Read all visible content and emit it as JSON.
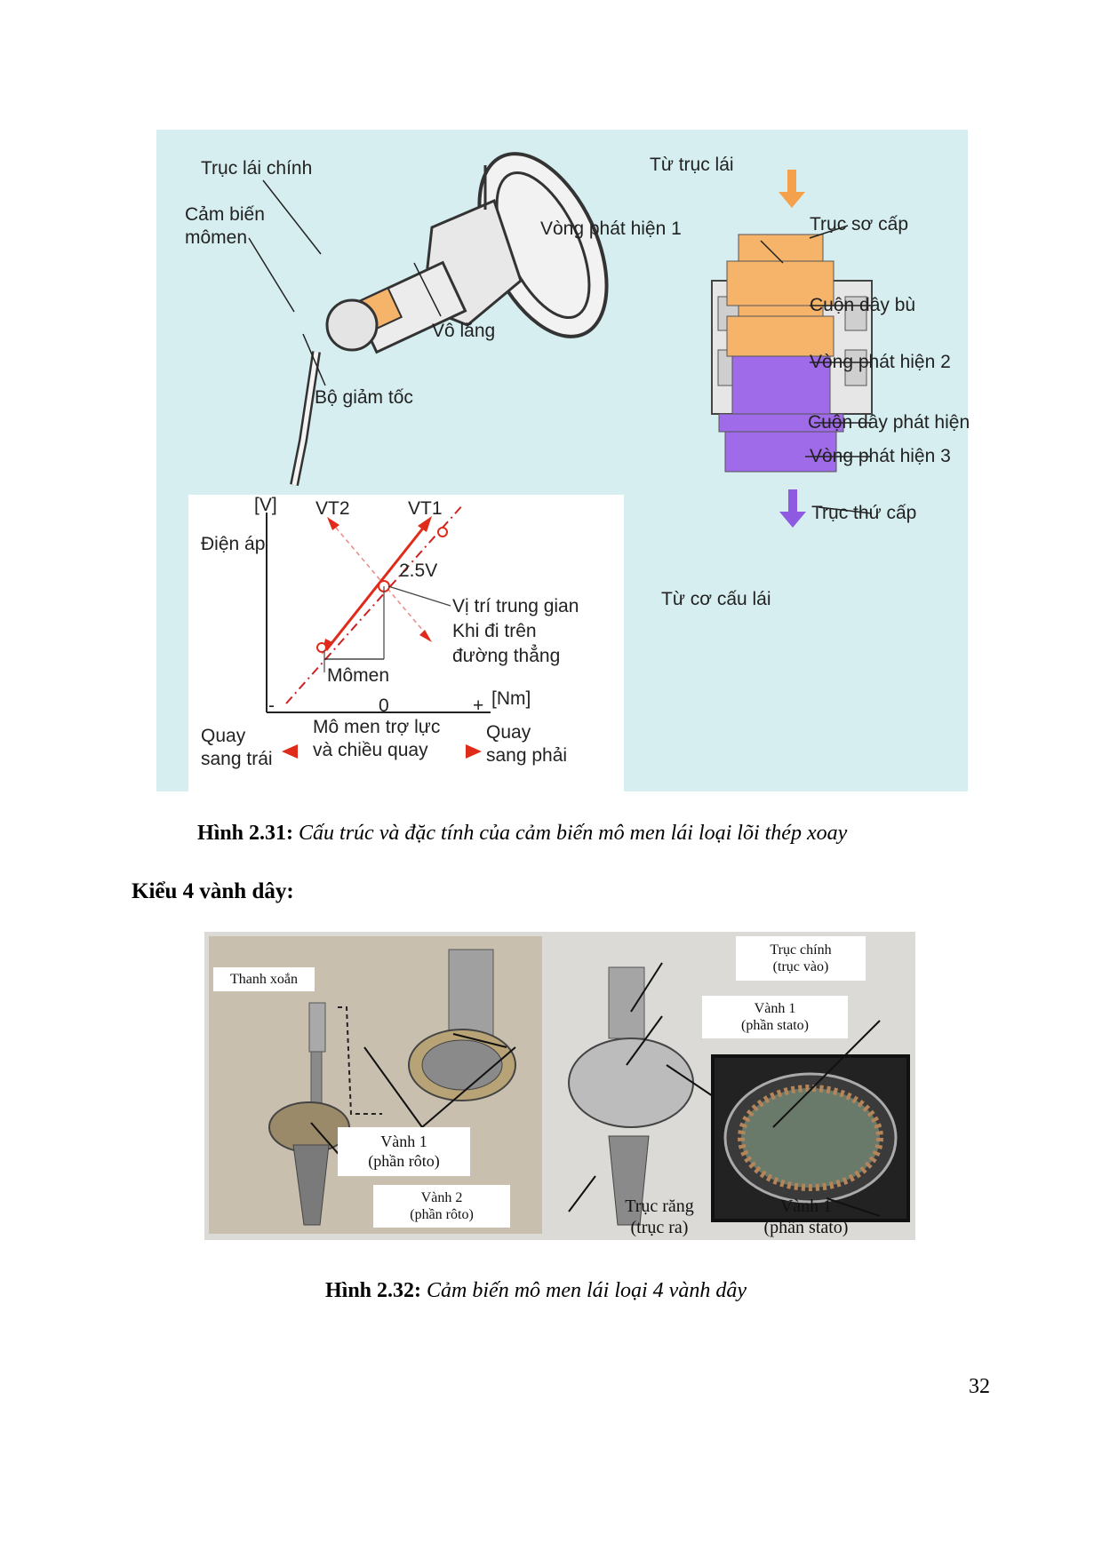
{
  "figure1": {
    "labels": {
      "main_shaft": "Trục lái chính",
      "torque_sensor_1": "Cảm biến",
      "torque_sensor_2": "mômen",
      "steering_wheel": "Vô lăng",
      "reducer": "Bộ giảm tốc",
      "from_shaft": "Từ trục lái",
      "detect_ring_1": "Vòng phát hiện 1",
      "primary_shaft": "Trục sơ cấp",
      "comp_coil": "Cuộn dây bù",
      "detect_ring_2": "Vòng phát hiện 2",
      "detect_coil": "Cuộn dây phát hiện",
      "detect_ring_3": "Vòng phát hiện 3",
      "secondary_shaft": "Trục thứ cấp",
      "from_mechanism": "Từ cơ cấu lái"
    },
    "graph": {
      "y_unit": "[V]",
      "y_label": "Điện áp",
      "vt2": "VT2",
      "vt1": "VT1",
      "mid_voltage": "2.5V",
      "neutral_1": "Vị trí trung gian",
      "neutral_2": "Khi đi trên",
      "neutral_3": "đường thẳng",
      "torque": "Mômen",
      "x_unit": "[Nm]",
      "minus": "-",
      "zero": "0",
      "plus": "+",
      "x_label_1": "Mô men trợ lực",
      "x_label_2": "và chiều quay",
      "left_1": "Quay",
      "left_2": "sang trái",
      "right_1": "Quay",
      "right_2": "sang phải"
    },
    "colors": {
      "background": "#d6eef0",
      "orange": "#f5b46a",
      "purple": "#9f6be8",
      "red": "#e02b1a"
    },
    "caption_bold": "Hình 2.31:",
    "caption_italic": "Cấu trúc và đặc tính của cảm biến mô men lái loại lõi thép xoay"
  },
  "section_heading": "Kiểu 4 vành dây:",
  "figure2": {
    "labels": {
      "torsion_bar": "Thanh xoắn",
      "main_shaft_1": "Trục chính",
      "main_shaft_2": "(trục vào)",
      "ring1_stator_1": "Vành 1",
      "ring1_stator_2": "(phần stato)",
      "ring1_rotor_1": "Vành 1",
      "ring1_rotor_2": "(phần rôto)",
      "ring2_rotor_1": "Vành 2",
      "ring2_rotor_2": "(phần rôto)",
      "gear_shaft_1": "Trục răng",
      "gear_shaft_2": "(trục ra)",
      "ring1_stator_b_1": "Vành 1",
      "ring1_stator_b_2": "(phần stato)"
    },
    "caption_bold": "Hình 2.32:",
    "caption_italic": "Cảm biến mô men lái loại 4 vành dây"
  },
  "page_number": "32"
}
